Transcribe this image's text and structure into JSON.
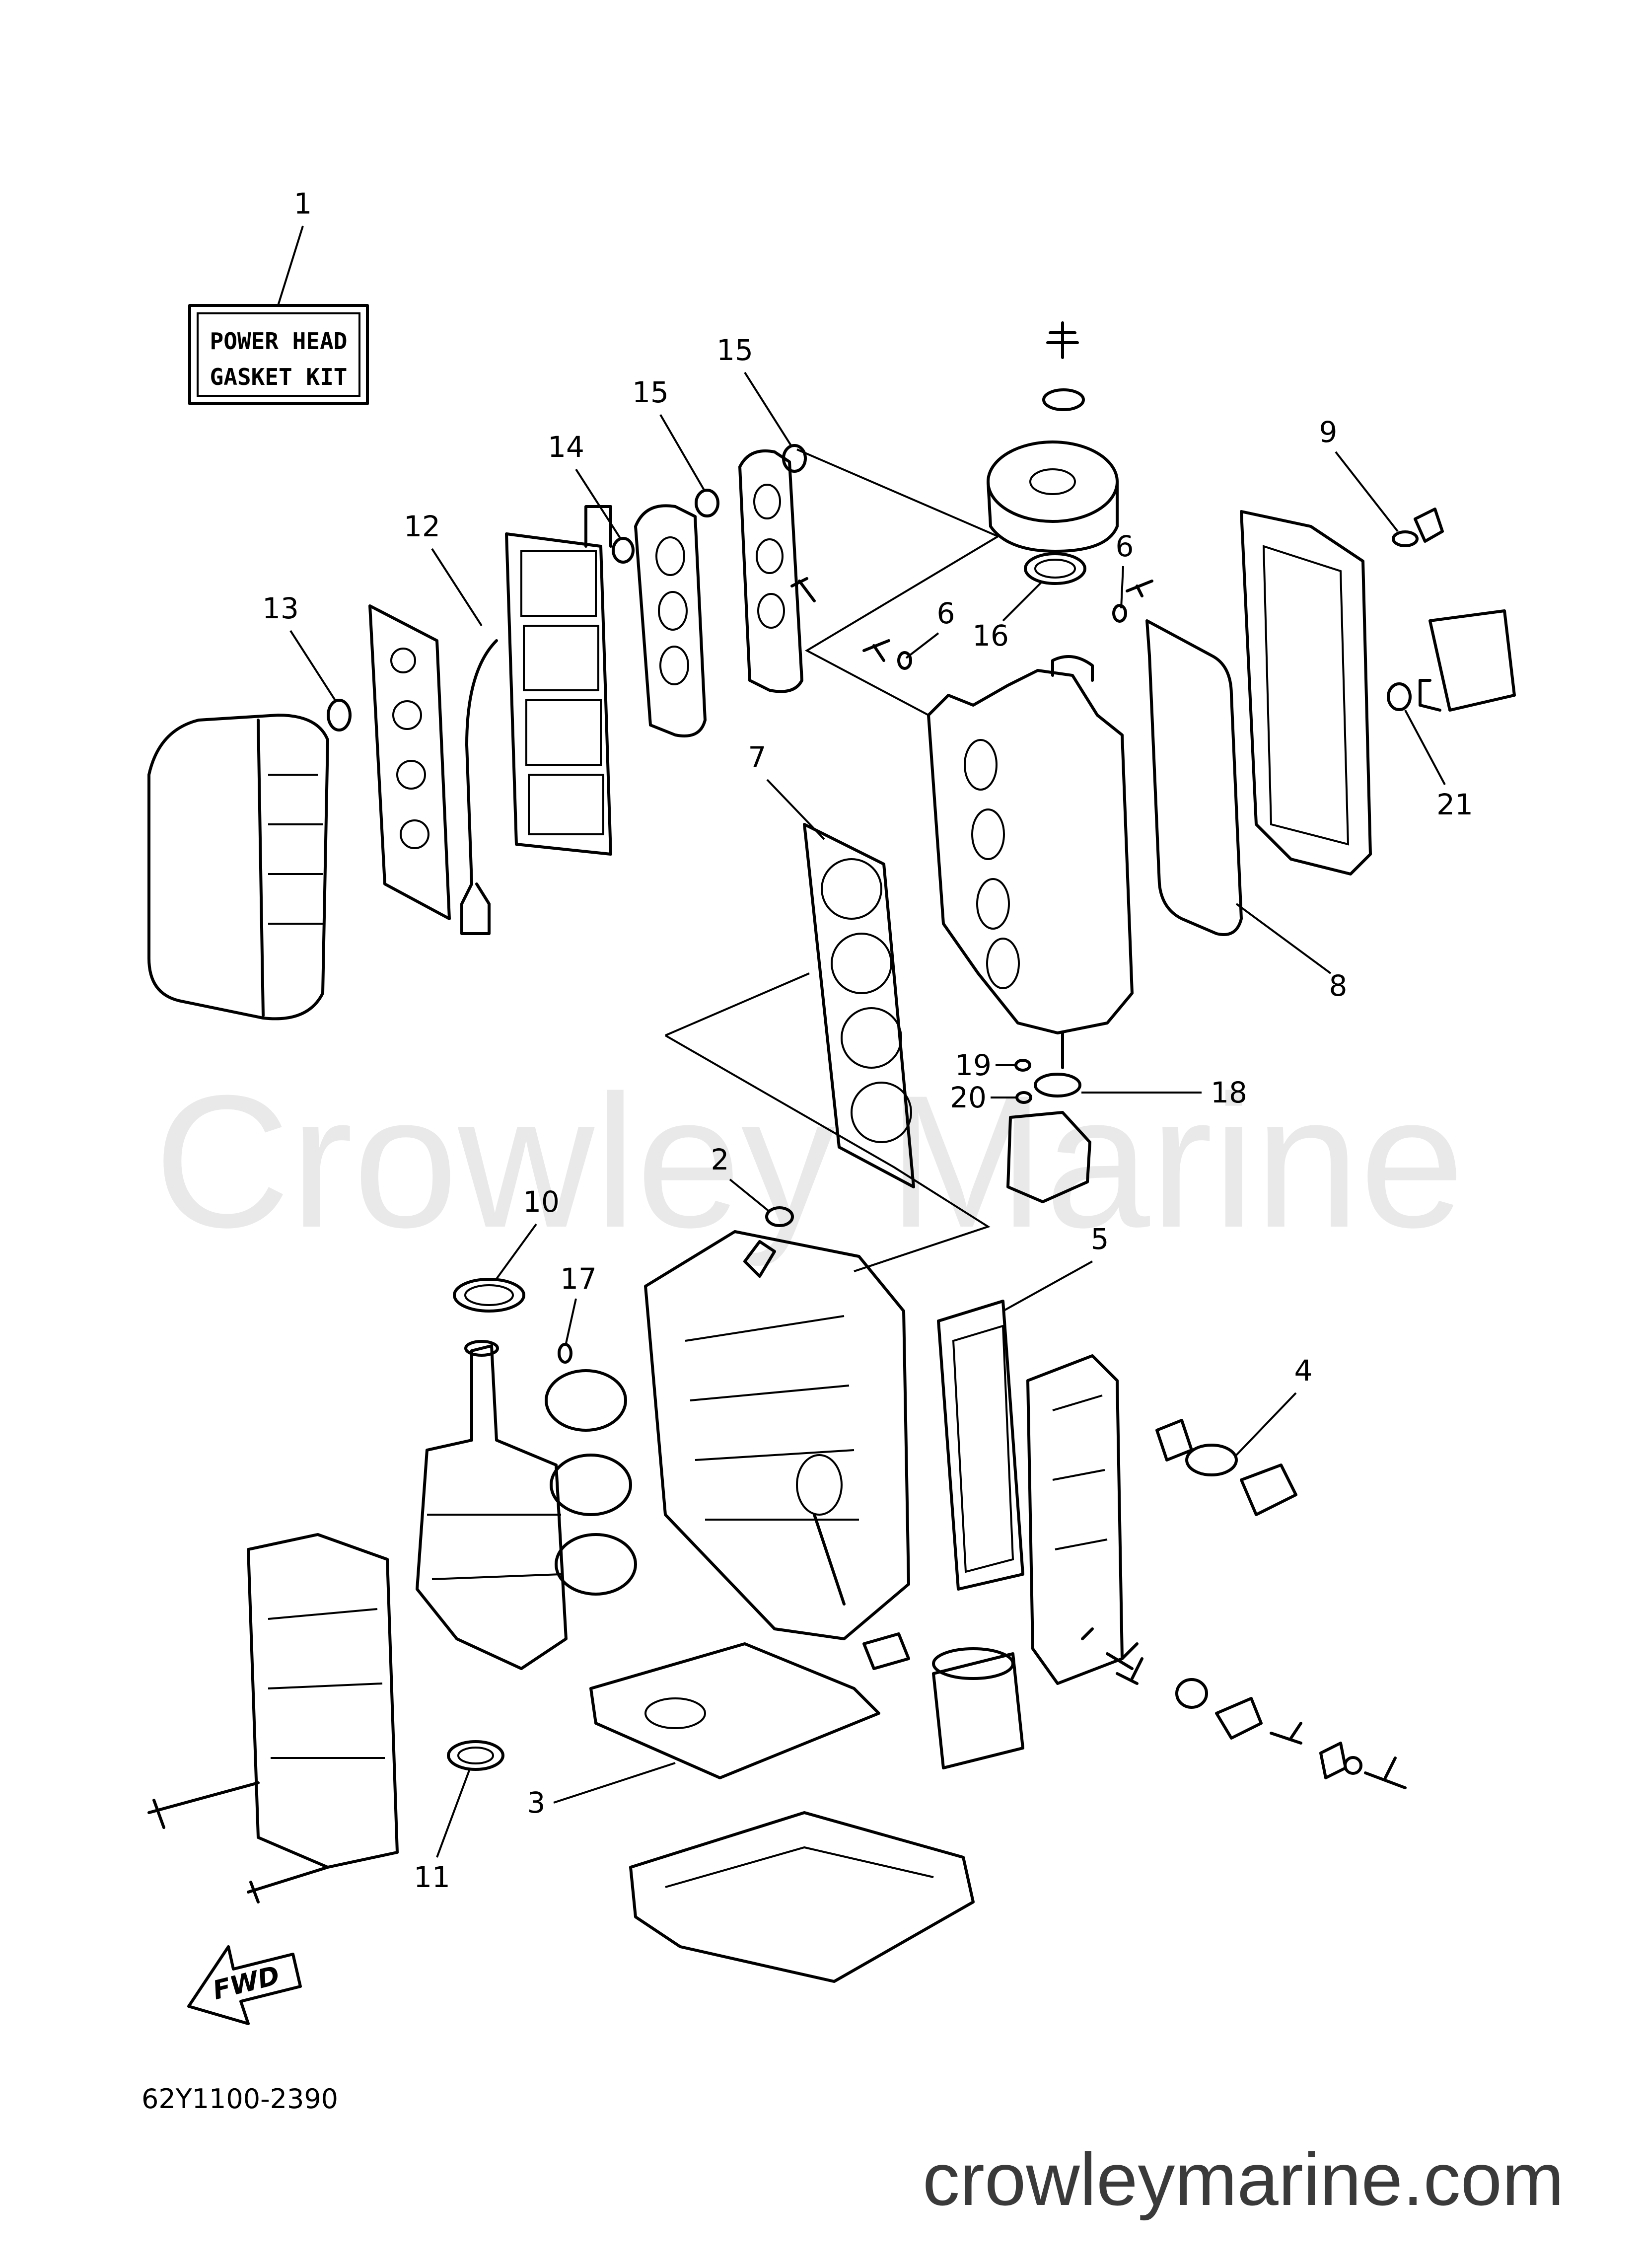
{
  "kit_label": {
    "line1": "POWER HEAD",
    "line2": "GASKET KIT"
  },
  "fwd_label": "FWD",
  "diagram_code": "62Y1100-2390",
  "watermark": "Crowley Marine",
  "site_url": "crowleymarine.com",
  "callouts": [
    "1",
    "2",
    "3",
    "4",
    "5",
    "6",
    "6",
    "7",
    "8",
    "9",
    "10",
    "11",
    "12",
    "13",
    "14",
    "15",
    "15",
    "16",
    "17",
    "18",
    "19",
    "20",
    "21"
  ]
}
